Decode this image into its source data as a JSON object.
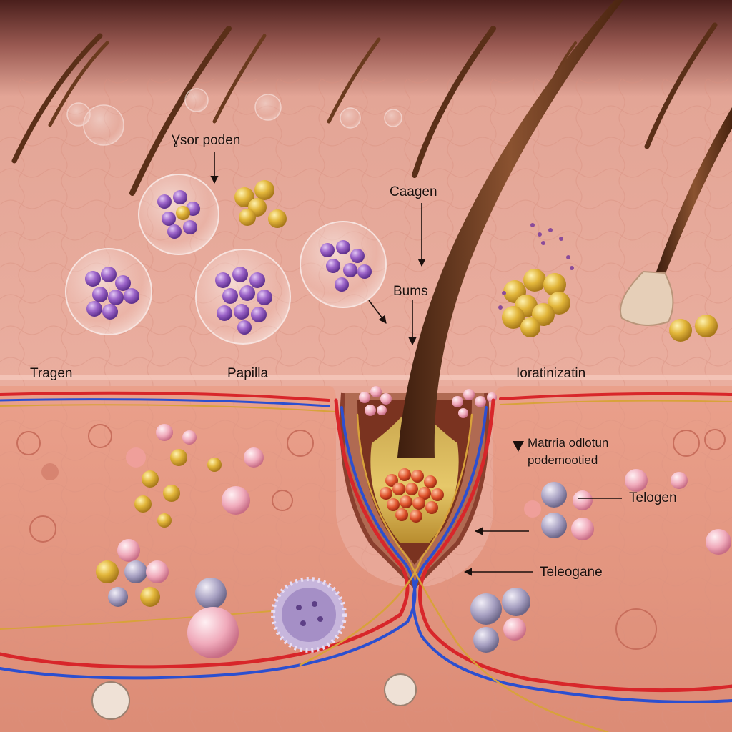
{
  "labels": {
    "sor_poden": "Ɣsor poden",
    "caagen": "Caagen",
    "bums": "Bums",
    "tragen": "Tragen",
    "papilla": "Papilla",
    "keratinization": "Ioratinizatin",
    "matrix_line1": "Matrria odlotun",
    "matrix_line2": "podemootied",
    "telogen": "Telogen",
    "teleogane": "Teleogane"
  },
  "icons": {
    "matrix_marker": "triangle-down-icon"
  },
  "colors": {
    "skin_background": "#e8a797",
    "dermis": "#e39a84",
    "hair_shaft": "#6e3b1f",
    "artery": "#d8262a",
    "vein": "#2c4fd0",
    "nerve": "#d8a23a",
    "cell_purple": "#9b63c8",
    "cell_yellow": "#e2b63a",
    "papilla_red": "#e0552e"
  }
}
